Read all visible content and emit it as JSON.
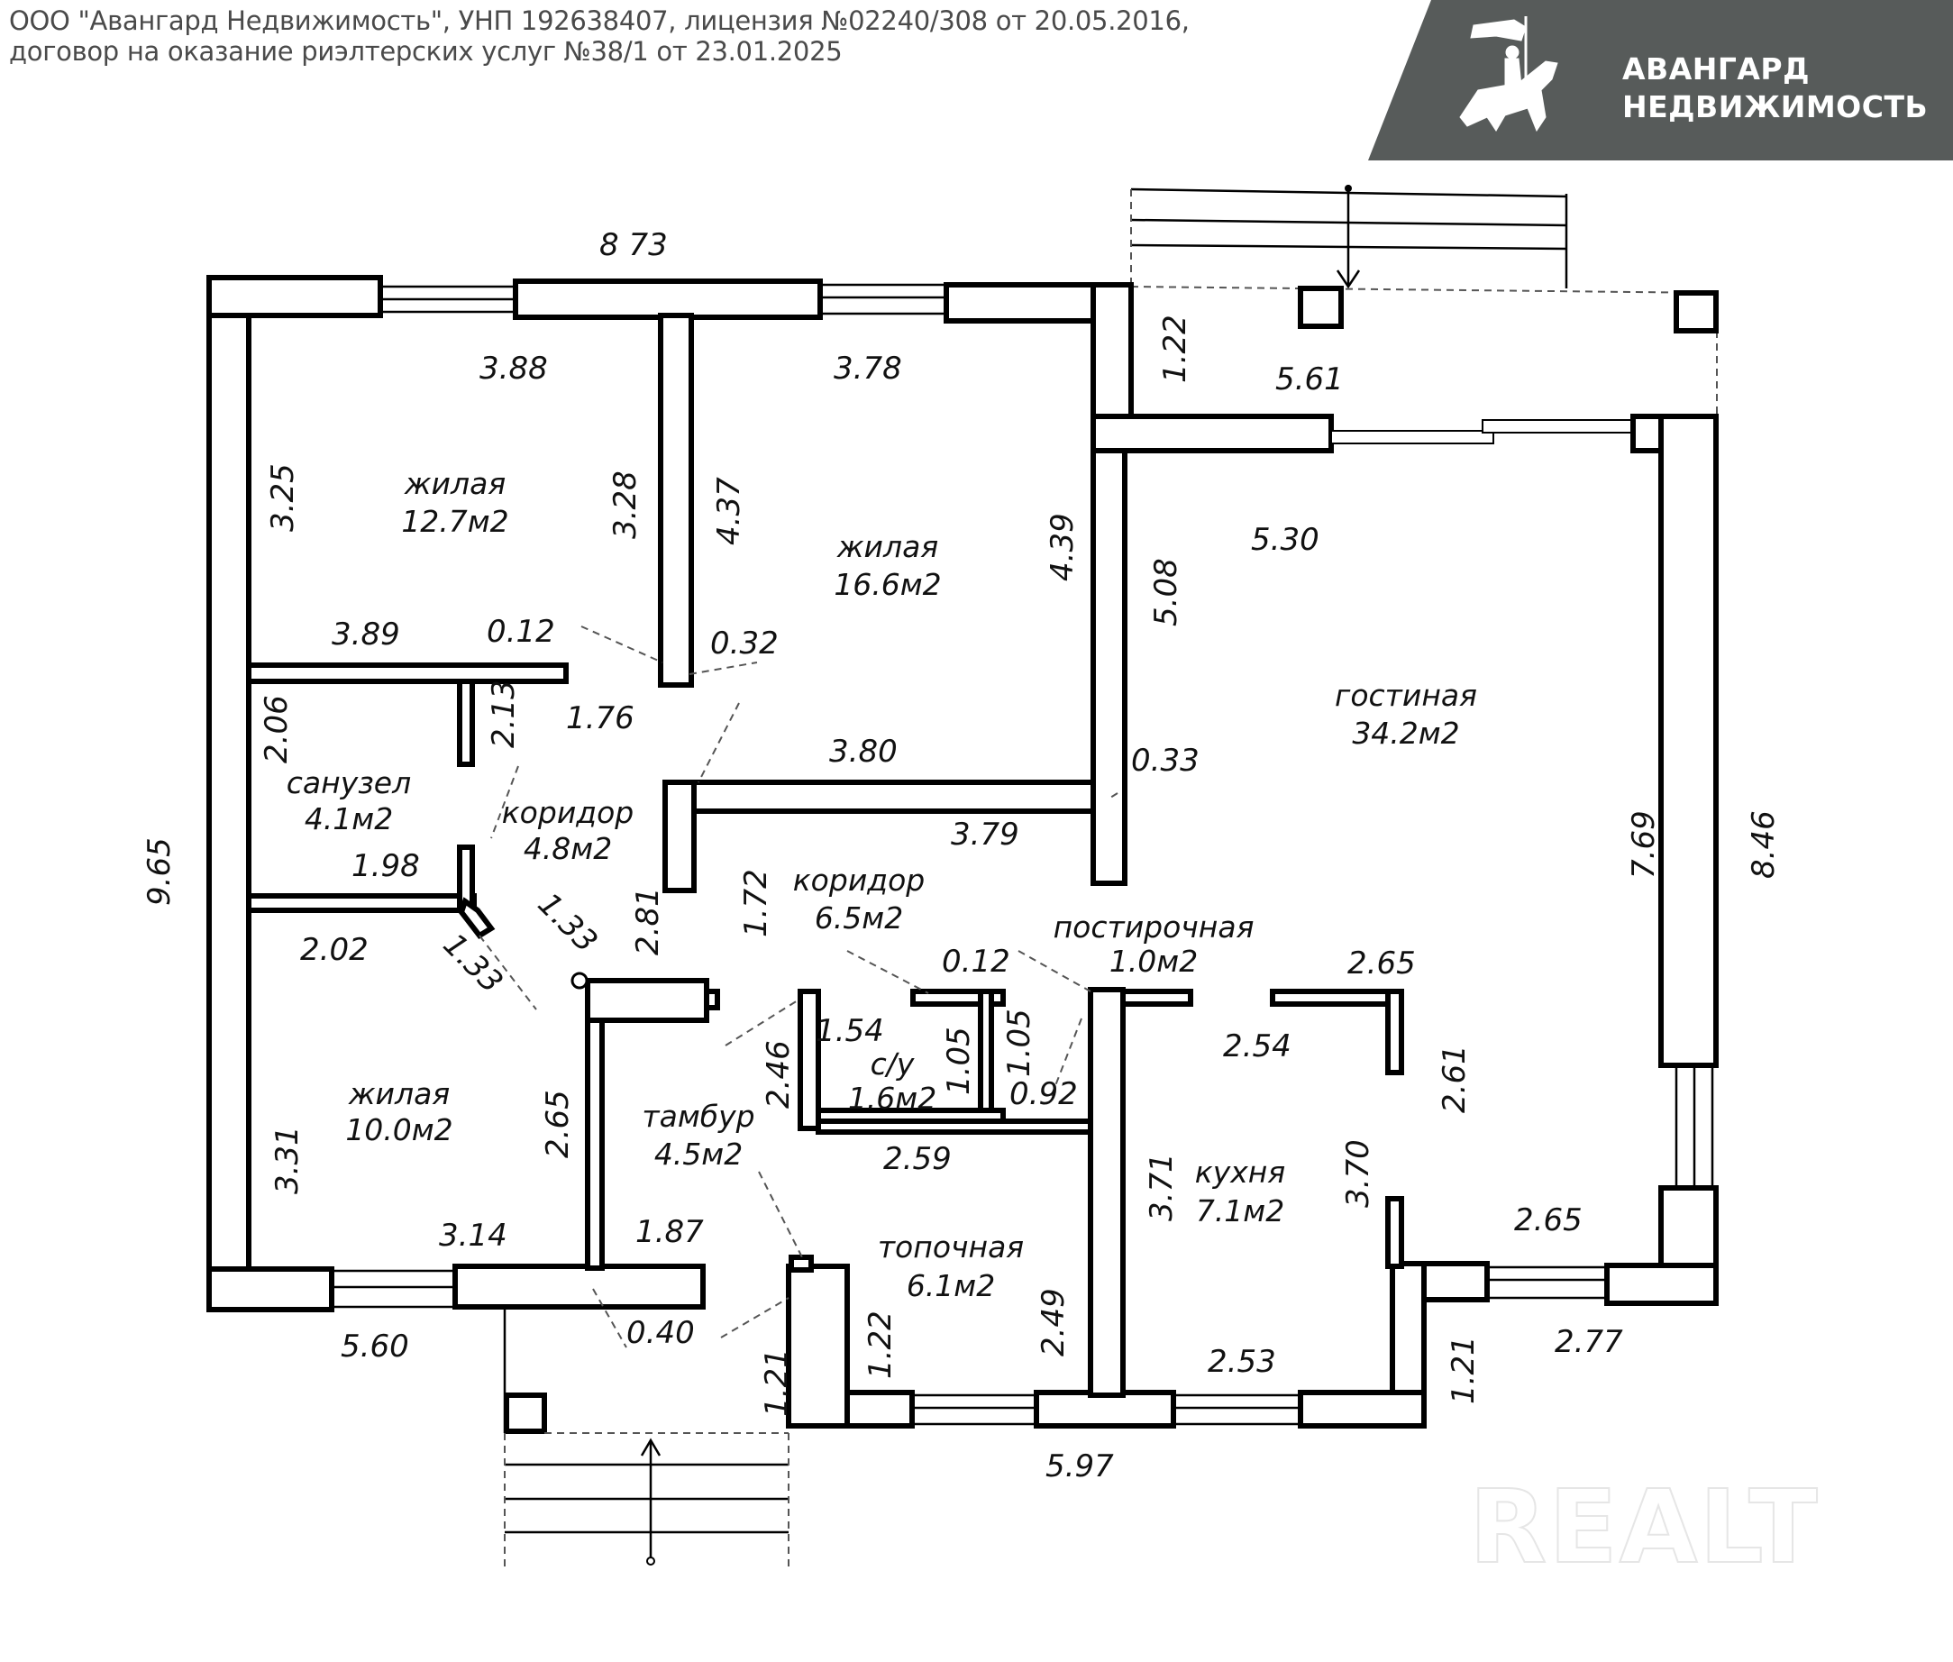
{
  "header": {
    "line1": "ООО \"Авангард Недвижимость\", УНП 192638407, лицензия №02240/308 от 20.05.2016,",
    "line2": "договор на оказание риэлтерских услуг №38/1 от 23.01.2025"
  },
  "logo": {
    "icon": "knight-on-horse-icon",
    "line1": "АВАНГАРД",
    "line2": "НЕДВИЖИМОСТЬ",
    "banner_color": "#575b5a"
  },
  "watermark": "REALT",
  "rooms": [
    {
      "name": "жилая",
      "area": "12.7м2"
    },
    {
      "name": "жилая",
      "area": "16.6м2"
    },
    {
      "name": "гостиная",
      "area": "34.2м2"
    },
    {
      "name": "санузел",
      "area": "4.1м2"
    },
    {
      "name": "коридор",
      "area": "4.8м2"
    },
    {
      "name": "коридор",
      "area": "6.5м2"
    },
    {
      "name": "постирочная",
      "area": "1.0м2"
    },
    {
      "name": "жилая",
      "area": "10.0м2"
    },
    {
      "name": "тамбур",
      "area": "4.5м2"
    },
    {
      "name": "с/у",
      "area": "1.6м2"
    },
    {
      "name": "топочная",
      "area": "6.1м2"
    },
    {
      "name": "кухня",
      "area": "7.1м2"
    }
  ],
  "dimensions": {
    "top_total": "8 73",
    "left_total": "9.65",
    "right_total": "8.46",
    "bottom_left": "5.60",
    "bottom_center": "5.97",
    "bottom_right": "2.77",
    "terrace_depth": "1.22",
    "terrace_width": "5.61",
    "room1_width": "3.88",
    "room1_height": "3.25",
    "room1_inner_height": "3.28",
    "room1_bottom": "3.89",
    "room2_width": "3.78",
    "room2_left": "4.37",
    "room2_right": "4.39",
    "room2_bottom": "3.80",
    "wall_012_a": "0.12",
    "wall_032": "0.32",
    "living_width": "5.30",
    "living_left": "5.08",
    "living_right": "7.69",
    "wall_033": "0.33",
    "bath_height": "2.06",
    "bath_right": "2.13",
    "bath_width": "1.98",
    "corr1_width": "1.76",
    "corr1_diag_a": "1.33",
    "corr1_diag_b": "1.33",
    "corr1_height": "2.81",
    "corr2_left": "1.72",
    "corr2_top": "3.79",
    "room3_top": "2.02",
    "room3_left": "3.31",
    "room3_right": "2.65",
    "room3_bottom": "3.14",
    "wc_top": "1.54",
    "wc_left": "2.46",
    "wc_right": "1.05",
    "laundry_left": "1.05",
    "laundry_bottom": "0.92",
    "wall_012_b": "0.12",
    "vest_bottom": "1.87",
    "boiler_top": "2.59",
    "wall_040": "0.40",
    "boiler_left": "1.22",
    "boiler_right": "2.49",
    "porch_depth": "1.21",
    "kitchen_left": "3.71",
    "kitchen_top": "2.54",
    "kitchen_right": "3.70",
    "kitchen_bottom": "2.53",
    "kitchen_ext_top": "2.65",
    "kitchen_ext_right": "2.61",
    "kitchen_ext_bottom": "2.65",
    "porch_right_depth": "1.21"
  }
}
